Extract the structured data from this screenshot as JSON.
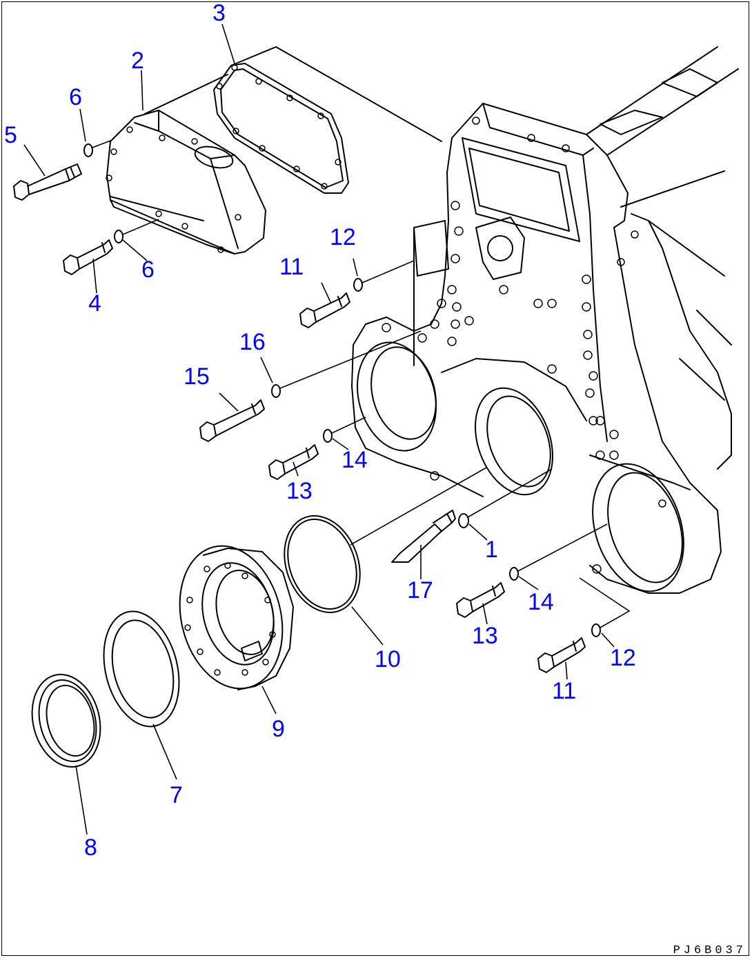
{
  "diagram": {
    "drawing_code": "PJ6B037",
    "callouts": [
      {
        "id": "c1",
        "label": "1"
      },
      {
        "id": "c2",
        "label": "2"
      },
      {
        "id": "c3",
        "label": "3"
      },
      {
        "id": "c4",
        "label": "4"
      },
      {
        "id": "c5",
        "label": "5"
      },
      {
        "id": "c6a",
        "label": "6"
      },
      {
        "id": "c6b",
        "label": "6"
      },
      {
        "id": "c7",
        "label": "7"
      },
      {
        "id": "c8",
        "label": "8"
      },
      {
        "id": "c9",
        "label": "9"
      },
      {
        "id": "c10",
        "label": "10"
      },
      {
        "id": "c11a",
        "label": "11"
      },
      {
        "id": "c11b",
        "label": "11"
      },
      {
        "id": "c12a",
        "label": "12"
      },
      {
        "id": "c12b",
        "label": "12"
      },
      {
        "id": "c13a",
        "label": "13"
      },
      {
        "id": "c13b",
        "label": "13"
      },
      {
        "id": "c14a",
        "label": "14"
      },
      {
        "id": "c14b",
        "label": "14"
      },
      {
        "id": "c15",
        "label": "15"
      },
      {
        "id": "c16",
        "label": "16"
      },
      {
        "id": "c17",
        "label": "17"
      }
    ],
    "callout_color": "#0000ff"
  }
}
